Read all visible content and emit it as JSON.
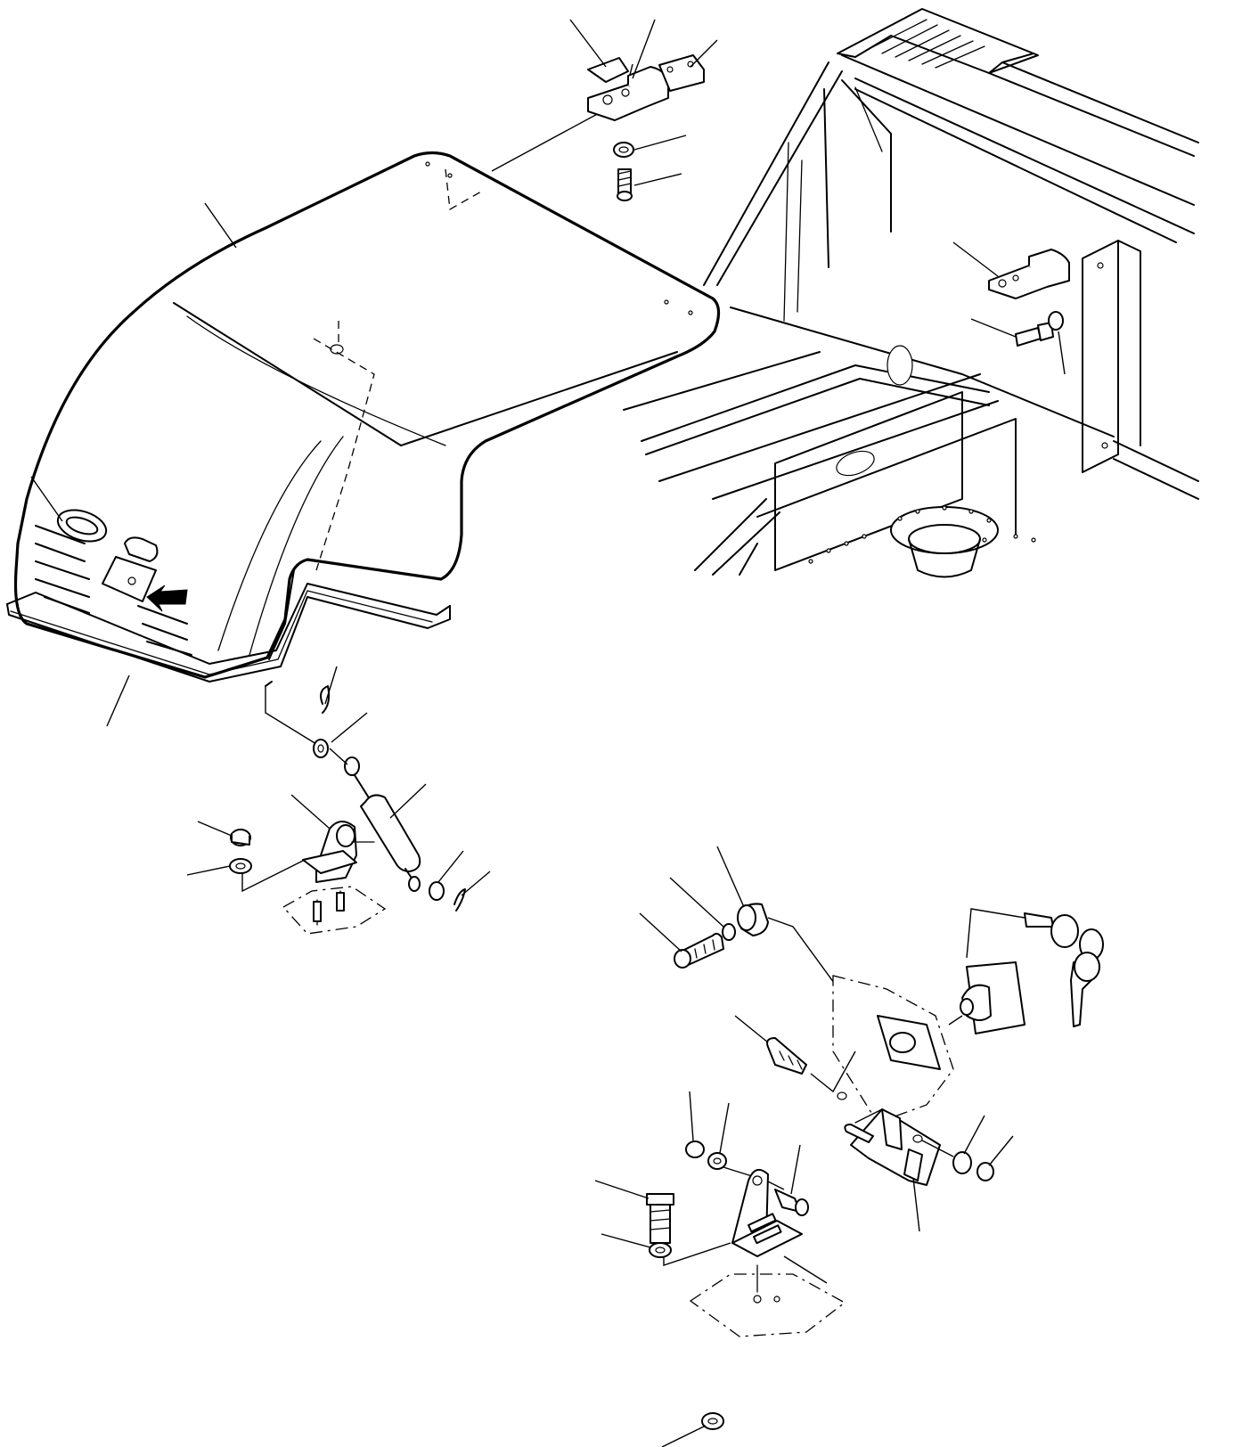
{
  "diagram": {
    "type": "exploded-parts-view",
    "colors": {
      "line": "#000000",
      "background": "#ffffff"
    },
    "assemblies": [
      {
        "id": "engine-hood",
        "icon": "hood-cover-icon"
      },
      {
        "id": "hood-seal",
        "icon": "seal-strip-icon"
      },
      {
        "id": "upper-hinge",
        "icon": "hinge-icon"
      },
      {
        "id": "frame-hinge",
        "icon": "hinge-icon"
      },
      {
        "id": "gas-spring",
        "icon": "gas-spring-icon"
      },
      {
        "id": "spring-bracket",
        "icon": "bracket-icon"
      },
      {
        "id": "key-lock",
        "icon": "key-lock-icon"
      },
      {
        "id": "latch-bracket",
        "icon": "bracket-icon"
      },
      {
        "id": "frame-body",
        "icon": "frame-icon"
      }
    ],
    "callout_count": 38
  }
}
